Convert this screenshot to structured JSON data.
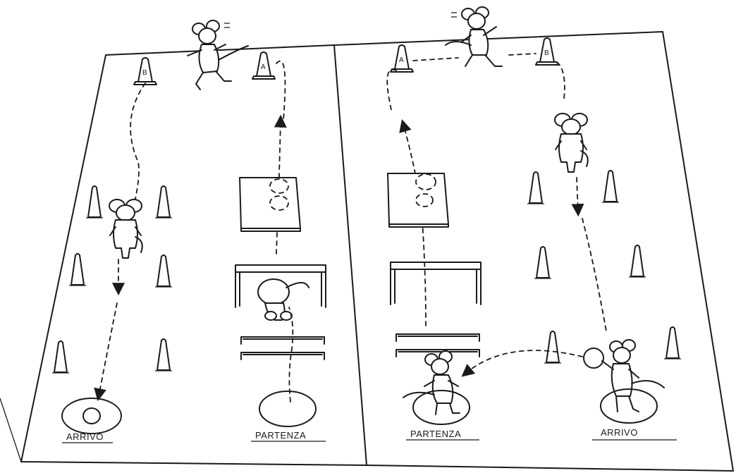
{
  "labels": {
    "left_finish": "ARRIVO",
    "left_start": "PARTENZA",
    "right_start": "PARTENZA",
    "right_finish": "ARRIVO"
  },
  "cone_letters": {
    "left_b": "B",
    "left_a": "A",
    "right_a": "A",
    "right_b": "B"
  },
  "icons": [
    "mouse-figure",
    "traffic-cone",
    "mat",
    "hurdle",
    "bench",
    "target-circle",
    "arrow"
  ]
}
